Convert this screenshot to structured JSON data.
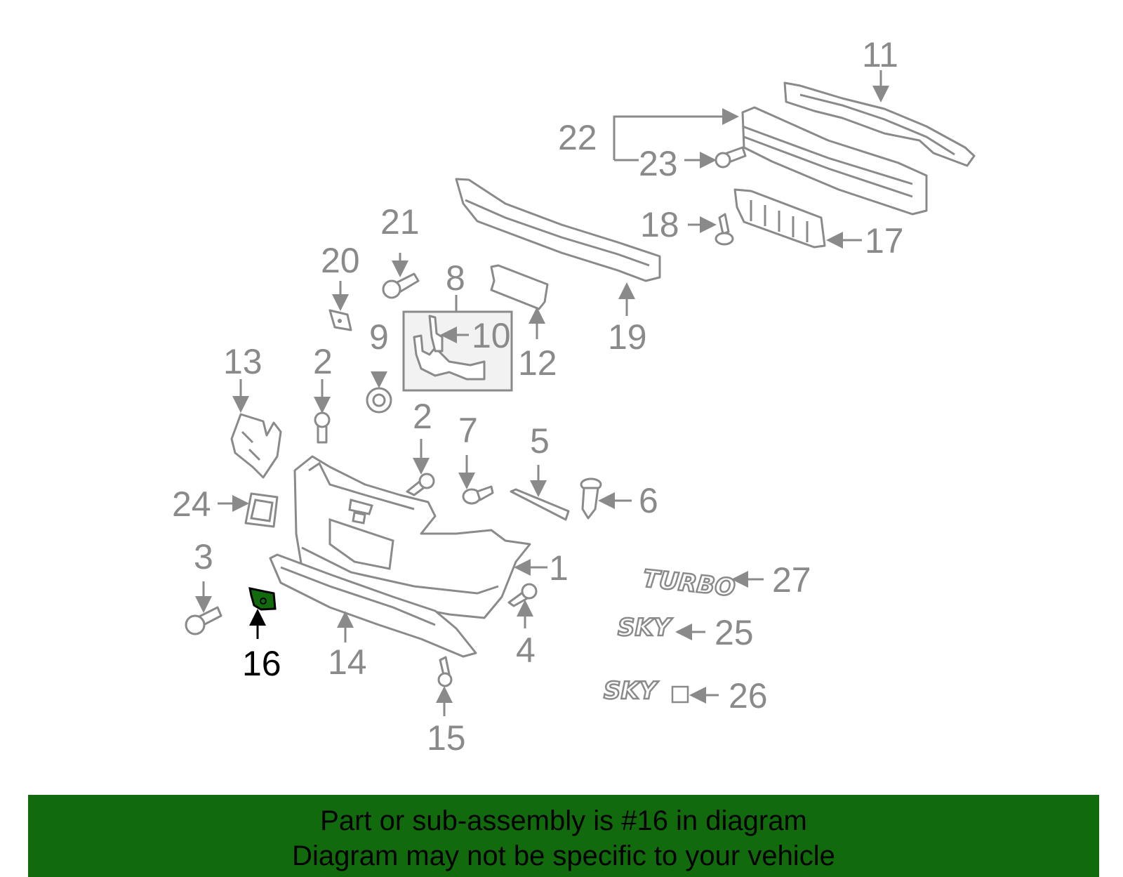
{
  "highlight_color": "#116b0c",
  "callouts": {
    "c1": "1",
    "c2a": "2",
    "c2b": "2",
    "c3": "3",
    "c4": "4",
    "c5": "5",
    "c6": "6",
    "c7": "7",
    "c8": "8",
    "c9": "9",
    "c10": "10",
    "c11": "11",
    "c12": "12",
    "c13": "13",
    "c14": "14",
    "c15": "15",
    "c16": "16",
    "c17": "17",
    "c18": "18",
    "c19": "19",
    "c20": "20",
    "c21": "21",
    "c22": "22",
    "c23": "23",
    "c24": "24",
    "c25": "25",
    "c26": "26",
    "c27": "27"
  },
  "emblems": {
    "turbo": "TURBO",
    "sky1": "SKY",
    "sky2": "SKY"
  },
  "banner": {
    "line1": "Part or sub-assembly is #16 in diagram",
    "line2": "Diagram may not be specific to your vehicle"
  }
}
